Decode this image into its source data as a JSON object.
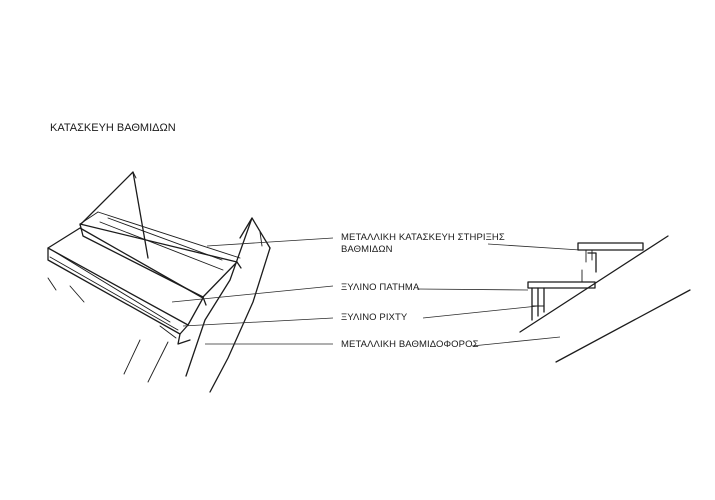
{
  "title": "ΚΑΤΑΣΚΕΥΗ ΒΑΘΜΙΔΩΝ",
  "labels": {
    "steel_support_line1": "ΜΕΤΑΛΛΙΚΗ ΚΑΤΑΣΚΕΥΗ ΣΤΗΡΙΞΗΣ",
    "steel_support_line2": "ΒΑΘΜΙΔΩΝ",
    "wooden_tread": "ΞΥΛΙΝΟ ΠΑΤΗΜΑ",
    "wooden_riser": "ΞΥΛΙΝΟ ΡΙΧΤΥ",
    "steel_stringer": "ΜΕΤΑΛΛΙΚΗ ΒΑΘΜΙΔΟΦΟΡΟΣ"
  }
}
